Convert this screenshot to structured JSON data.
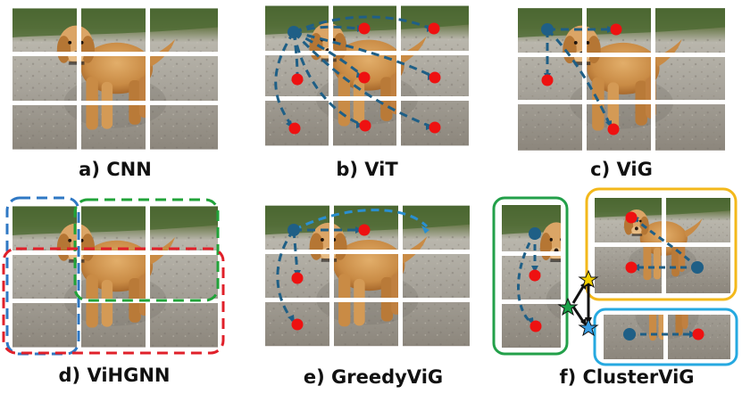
{
  "panels": [
    {
      "id": "a",
      "caption": "a) CNN"
    },
    {
      "id": "b",
      "caption": "b) ViT"
    },
    {
      "id": "c",
      "caption": "c) ViG"
    },
    {
      "id": "d",
      "caption": "d) ViHGNN"
    },
    {
      "id": "e",
      "caption": "e) GreedyViG"
    },
    {
      "id": "f",
      "caption": "f) ClusterViG"
    }
  ],
  "colors": {
    "edge_blue": "#1f5f86",
    "node_red": "#ee1111",
    "hyper_blue": "#2f78c4",
    "hyper_green": "#21a339",
    "hyper_red": "#e0202a",
    "cluster_green": "#23a04a",
    "cluster_gold": "#f3b81b",
    "cluster_cyan": "#26a9e0",
    "star_yellow": "#f4d000",
    "star_green": "#1aa34a",
    "star_blue": "#3aa0e8"
  },
  "image_subject": "golden retriever puppy on a gravel road, split into a 3x3 grid of patches"
}
